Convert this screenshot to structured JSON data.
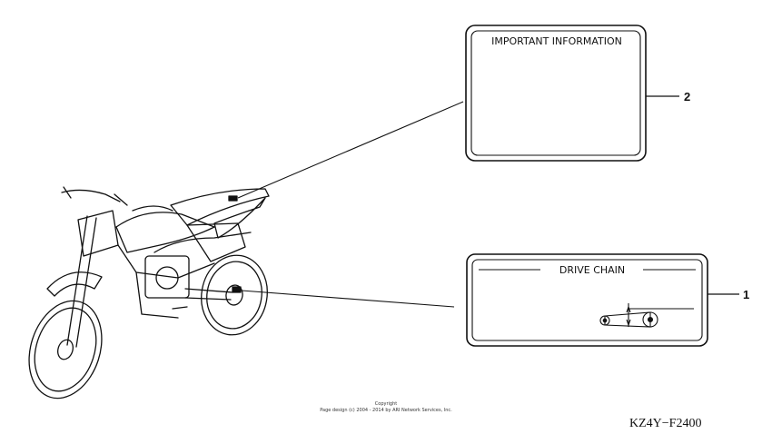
{
  "labels": {
    "important_title": "IMPORTANT INFORMATION",
    "drive_chain_title": "DRIVE CHAIN"
  },
  "callouts": {
    "drive_chain_number": "1",
    "important_number": "2"
  },
  "footer": {
    "copyright_line1": "Copyright",
    "copyright_line2": "Page design (c) 2004 - 2014 by ARI Network Services, Inc.",
    "diagram_code": "KZ4Y−F2400"
  }
}
